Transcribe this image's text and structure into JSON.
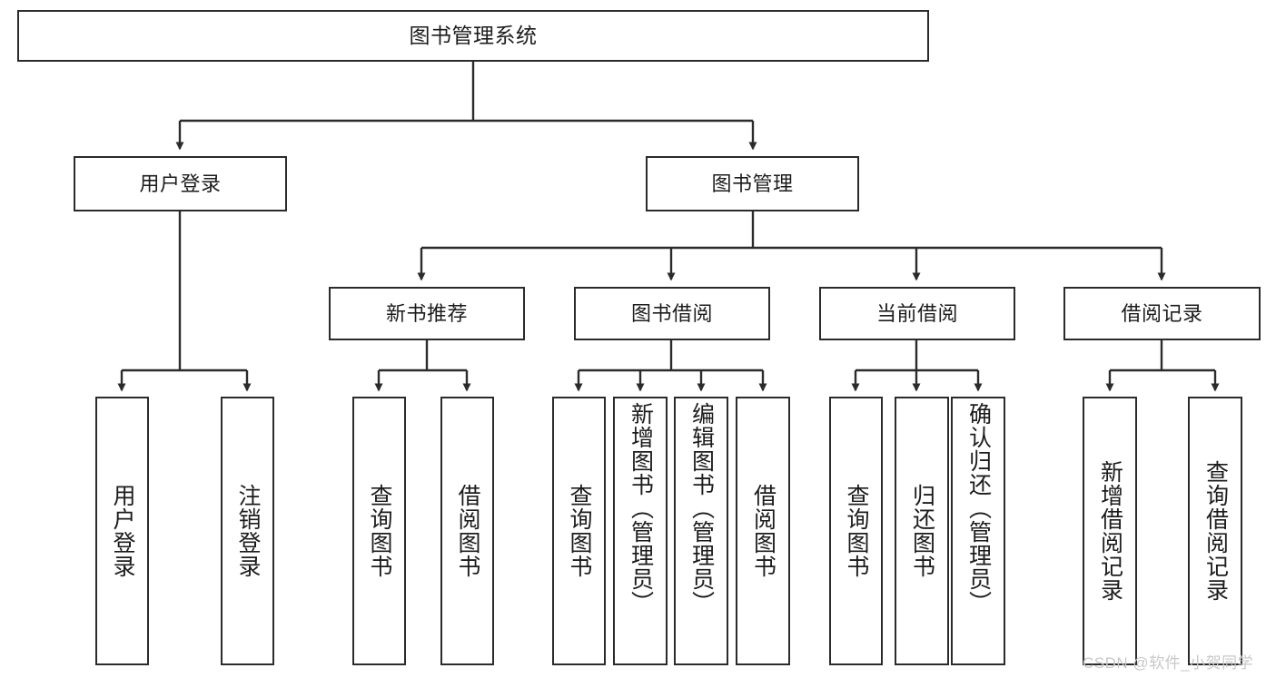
{
  "diagram": {
    "title": "图书管理系统",
    "type": "tree-hierarchy-chart",
    "root": {
      "label": "图书管理系统"
    },
    "level2": [
      {
        "label": "用户登录"
      },
      {
        "label": "图书管理"
      }
    ],
    "level3": [
      {
        "label": "新书推荐"
      },
      {
        "label": "图书借阅"
      },
      {
        "label": "当前借阅"
      },
      {
        "label": "借阅记录"
      }
    ],
    "leaves": {
      "user_login": [
        {
          "label": "用户登录"
        },
        {
          "label": "注销登录"
        }
      ],
      "new_book_recommend": [
        {
          "label": "查询图书"
        },
        {
          "label": "借阅图书"
        }
      ],
      "book_borrow": [
        {
          "label": "查询图书"
        },
        {
          "label": "新增图书（管理员）"
        },
        {
          "label": "编辑图书（管理员）"
        },
        {
          "label": "借阅图书"
        }
      ],
      "current_borrow": [
        {
          "label": "查询图书"
        },
        {
          "label": "归还图书"
        },
        {
          "label": "确认归还（管理员）"
        }
      ],
      "borrow_record": [
        {
          "label": "新增借阅记录"
        },
        {
          "label": "查询借阅记录"
        }
      ]
    }
  },
  "watermark": {
    "text": "CSDN @软件_小贺同学"
  },
  "colors": {
    "border": "#2b2b2b",
    "text": "#1c1c1c",
    "background": "#ffffff",
    "watermark": "#c8c8c8"
  }
}
